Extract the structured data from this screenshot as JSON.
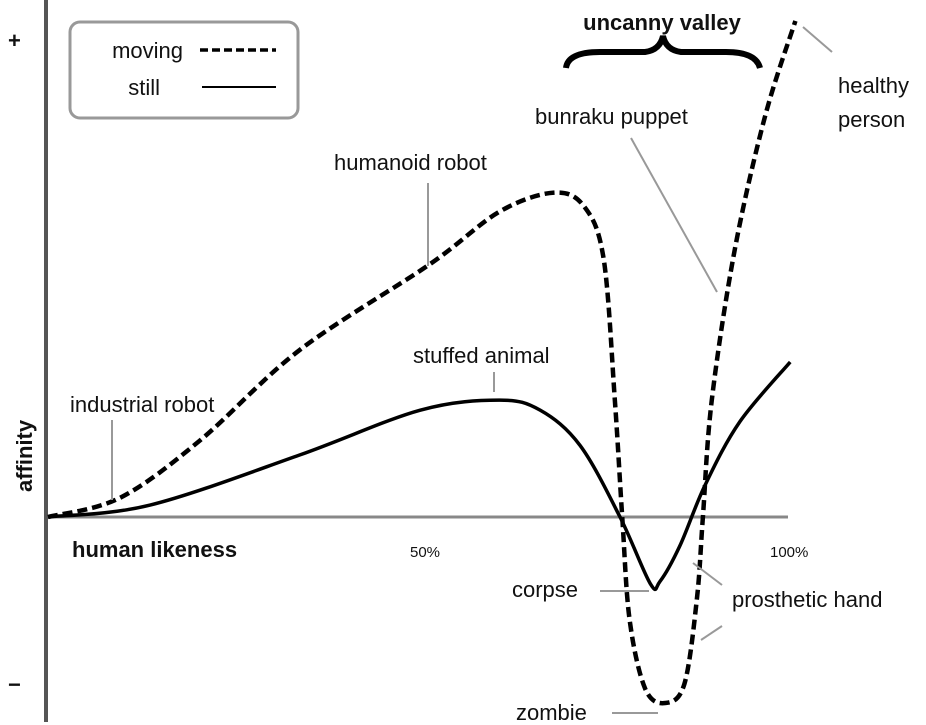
{
  "chart_data": {
    "type": "line",
    "xlabel": "human likeness",
    "ylabel": "affinity",
    "xlim": [
      0,
      100
    ],
    "ylim": [
      -0.4,
      1.05
    ],
    "x_tick_labels": [
      "50%",
      "100%"
    ],
    "y_tick_labels": [
      "+",
      "−"
    ],
    "grid": false,
    "legend_placement": "top-left",
    "series": [
      {
        "name": "moving",
        "style": "dashed",
        "x": [
          0,
          9.7,
          20.5,
          34,
          51.6,
          61,
          68.4,
          72.5,
          75.1,
          76.6,
          77.6,
          78.6,
          80.7,
          83.4,
          86,
          87.7,
          88.5,
          89.7,
          92.8,
          96.9,
          101
        ],
        "y": [
          0,
          0.04,
          0.16,
          0.35,
          0.53,
          0.64,
          0.68,
          0.65,
          0.54,
          0.245,
          0,
          -0.216,
          -0.36,
          -0.39,
          -0.35,
          -0.17,
          0,
          0.245,
          0.56,
          0.84,
          1.04
        ]
      },
      {
        "name": "still",
        "style": "solid",
        "x": [
          0,
          13.8,
          34,
          50.3,
          61,
          66.5,
          71.9,
          77.3,
          81.4,
          82.7,
          85.4,
          88.8,
          93.5,
          100.3
        ],
        "y": [
          0,
          0.025,
          0.13,
          0.224,
          0.245,
          0.224,
          0.15,
          0,
          -0.14,
          -0.135,
          -0.06,
          0.067,
          0.2,
          0.325
        ]
      }
    ],
    "annotations": {
      "uncanny_valley": "uncanny valley",
      "healthy_person_1": "healthy",
      "healthy_person_2": "person",
      "bunraku_puppet": "bunraku puppet",
      "humanoid_robot": "humanoid robot",
      "stuffed_animal": "stuffed animal",
      "industrial_robot": "industrial robot",
      "corpse": "corpse",
      "prosthetic_hand": "prosthetic hand",
      "zombie": "zombie"
    },
    "colors": {
      "line": "#000000",
      "axis": "#555555",
      "baseline": "#888888",
      "leader": "#999999"
    }
  }
}
